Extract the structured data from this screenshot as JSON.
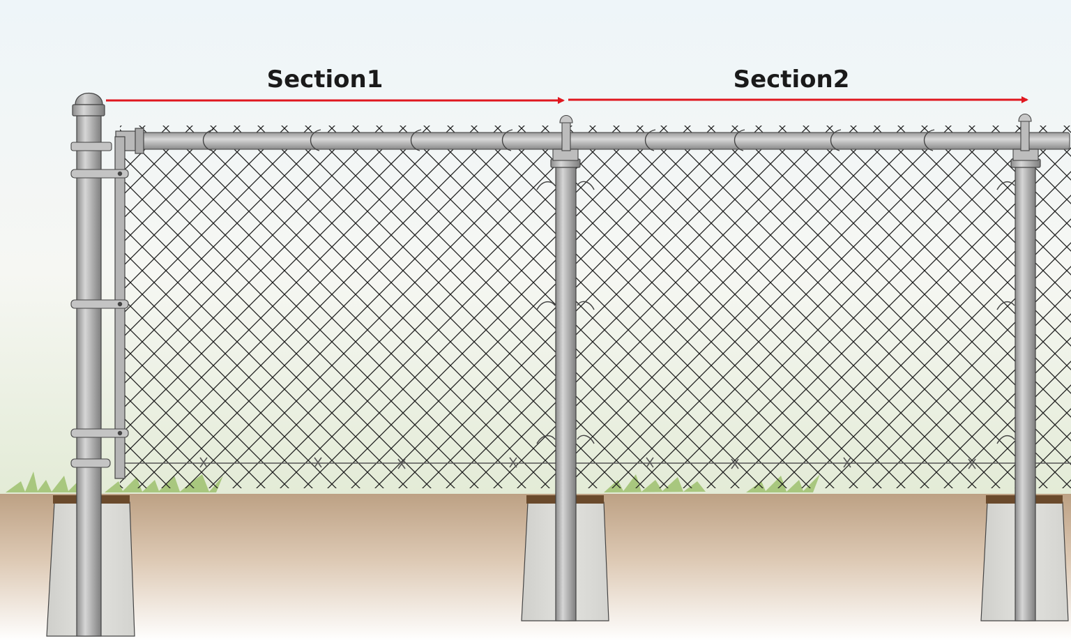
{
  "sections": [
    {
      "label": "Section1"
    },
    {
      "label": "Section2"
    }
  ],
  "colors": {
    "arrow": "#e0171f",
    "sky_top": "#eef5f9",
    "ground_top": "#c1a384",
    "ground_bottom": "#ffffff",
    "grass": "#a8c77e",
    "concrete": "#d9d9d6",
    "post_metal": "#b8b8b8",
    "mesh": "#1e1e1e"
  },
  "components": [
    "terminal-post",
    "line-post",
    "top-rail",
    "tension-bar",
    "tension-band",
    "post-cap",
    "loop-cap",
    "rail-end-cup",
    "tie-wire",
    "tension-wire",
    "hog-ring",
    "concrete-footing",
    "chain-link-mesh"
  ]
}
